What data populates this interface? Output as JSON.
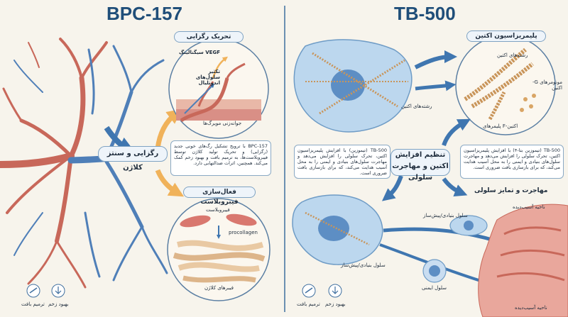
{
  "colors": {
    "title_blue": "#1f4e79",
    "vessel_red": "#c8685a",
    "vessel_blue": "#4f7fb8",
    "arrow_blue": "#3f76b0",
    "arrow_orange": "#f0b25a",
    "divider": "#3f6f9f",
    "cell_blue": "#a9cbe8",
    "fibroblast": "#d9786f",
    "collagen": "#e9c9a3",
    "actin": "#c9955a"
  },
  "left": {
    "title": "BPC-157",
    "central_label": "رگزایی و سنتز کلاژن",
    "angio": {
      "header": "تحریک رگزایی",
      "vegf": "سیگنالینگ VEGF",
      "endothelial": "تکثیر سلول‌های اندوتلیال",
      "capillary": "جوانه‌زنی مویرگ‌ها"
    },
    "description": "BPC-157 با ترویج تشکیل رگ‌های خونی جدید (رگزایی) و تحریک تولید کلاژن توسط فیبروبلاست‌ها، به ترمیم بافت و بهبود زخم کمک می‌کند. همچنین، اثرات ضدالتهابی دارد.",
    "fibro": {
      "header": "فعال‌سازی فیبروبلاست",
      "fibroblast": "فیبروبلاست",
      "procollagen": "procollagen",
      "fibers": "فیبرهای کلاژن"
    },
    "footer_icons": [
      {
        "icon": "tissue-repair-icon",
        "label": "ترمیم بافت"
      },
      {
        "icon": "wound-healing-icon",
        "label": "بهبود زخم"
      }
    ]
  },
  "right": {
    "title": "TB-500",
    "actin_filament_label": "رشته‌های اکتین",
    "poly": {
      "header": "پلیمریزاسیون اکتین",
      "filaments": "رشته‌های اکتین",
      "g_actin": "مونومرهای G-اکتین",
      "f_actin": "پلیمرهای F-اکتین"
    },
    "center_label": "تنظیم افزایش اکتین و مهاجرت سلولی",
    "desc_left": "TB-500 (تیموزین) با افزایش پلیمریزاسیون اکتین، تحرک سلولی را افزایش می‌دهد و مهاجرت سلول‌های بنیادی و ایمنی را به محل آسیب هدایت می‌کند، که برای بازسازی بافت ضروری است.",
    "desc_right": "TB-500 (تیموزین بتا-۴) با افزایش پلیمریزاسیون اکتین، تحرک سلولی را افزایش می‌دهد و مهاجرت سلول‌های بنیادی و ایمنی را به محل آسیب هدایت می‌کند، که برای بازسازی بافت ضروری است.",
    "migration_header": "مهاجرت و تمایز سلولی",
    "injury_label": "ناحیه آسیب‌دیده",
    "injury_label_bottom": "ناحیه آسیب‌دیده",
    "stem_cell_right": "سلول بنیادی/پیش‌ساز",
    "stem_cell_bottom": "سلول بنیادی/پیش‌ساز",
    "immune_cell": "سلول ایمنی",
    "footer_icons": [
      {
        "icon": "tissue-repair-icon",
        "label": "ترمیم بافت"
      },
      {
        "icon": "wound-healing-icon",
        "label": "بهبود زخم"
      }
    ]
  }
}
